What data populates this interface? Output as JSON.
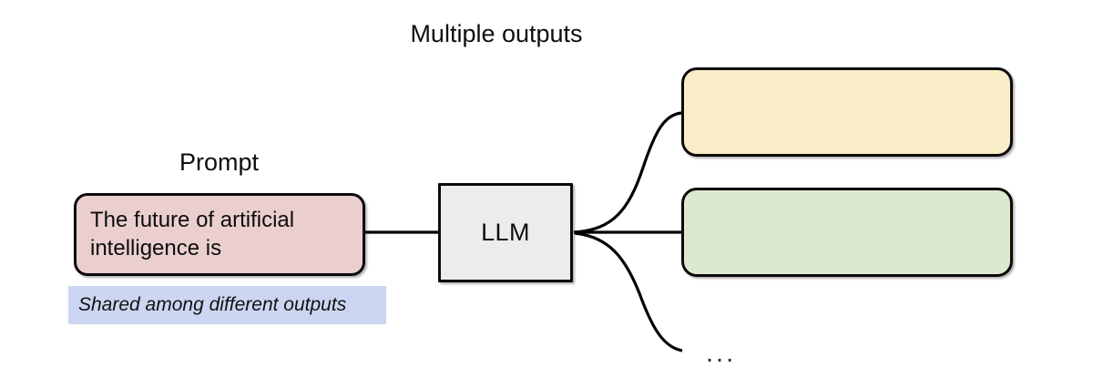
{
  "diagram": {
    "title_right": "Multiple outputs",
    "prompt_label": "Prompt",
    "prompt_text": "The future of artificial intelligence is",
    "llm_label": "LLM",
    "shared_note": "Shared among different outputs",
    "ellipsis": "...",
    "outputs": [
      {
        "id": "output-1",
        "text": "",
        "color": "#f8edc6"
      },
      {
        "id": "output-2",
        "text": "",
        "color": "#dce8cf"
      }
    ],
    "colors": {
      "prompt_fill": "#ebcfcf",
      "llm_fill": "#ececec",
      "output_1_fill": "#f8edc6",
      "output_2_fill": "#dce8cf",
      "shared_band_fill": "#ccd6f2",
      "stroke": "#0b0b0b",
      "text": "#0d0d0d",
      "background": "#ffffff"
    }
  }
}
